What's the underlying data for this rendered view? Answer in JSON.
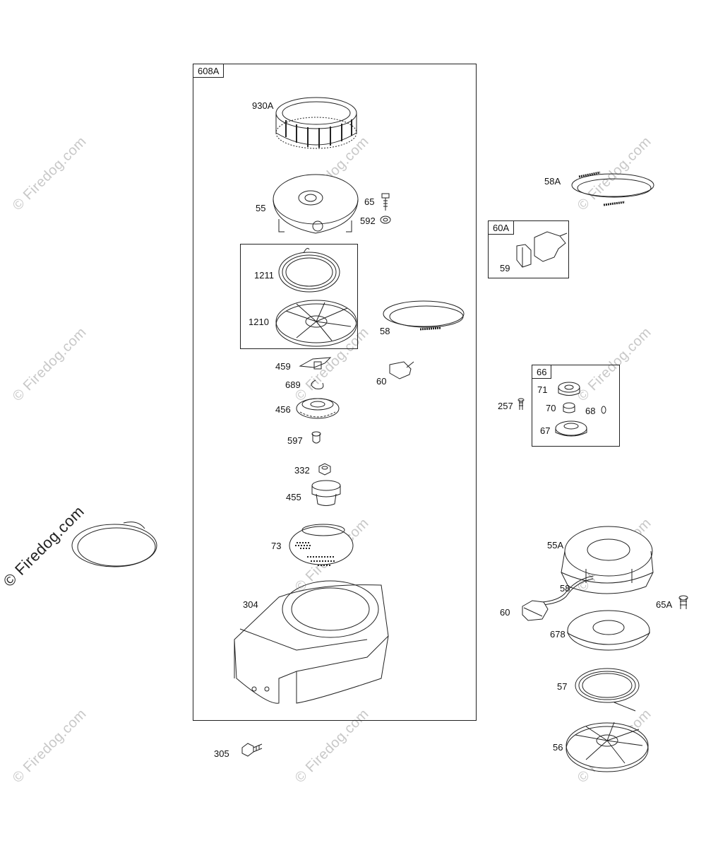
{
  "watermark": "© Firedog.com",
  "groups": {
    "main": "608A",
    "handle": "60A",
    "pawl": "66"
  },
  "callouts": {
    "p930A": "930A",
    "p55": "55",
    "p65": "65",
    "p592": "592",
    "p1211": "1211",
    "p1210": "1210",
    "p58": "58",
    "p459": "459",
    "p60": "60",
    "p689": "689",
    "p456": "456",
    "p597": "597",
    "p332": "332",
    "p455": "455",
    "p73": "73",
    "p304": "304",
    "p305": "305",
    "p58A": "58A",
    "p59": "59",
    "p257": "257",
    "p71": "71",
    "p70": "70",
    "p68": "68",
    "p67": "67",
    "p55A": "55A",
    "p58b": "58",
    "p60b": "60",
    "p65A": "65A",
    "p678": "678",
    "p57": "57",
    "p56": "56"
  }
}
